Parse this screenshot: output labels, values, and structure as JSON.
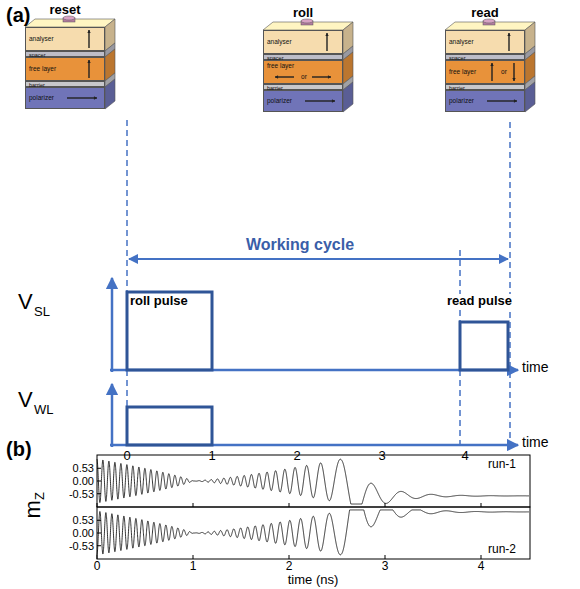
{
  "diagram": {
    "nodes": [
      {
        "text": [
          "reset"
        ]
      },
      {
        "text": [
          "analyser"
        ],
        "in": 0
      },
      {
        "text": [
          "spacer"
        ],
        "in": 0
      },
      {
        "text": [
          "free layer"
        ],
        "in": 0
      },
      {
        "text": [
          "barrier"
        ],
        "in": 0
      },
      {
        "text": [
          "polarizer"
        ],
        "in": 0
      },
      {
        "text": [
          "roll"
        ]
      },
      {
        "text": [
          "analyser"
        ],
        "in": 6
      },
      {
        "text": [
          "spacer"
        ],
        "in": 6
      },
      {
        "text": [
          "free layer",
          "or"
        ],
        "in": 6
      },
      {
        "text": [
          "barrier"
        ],
        "in": 6
      },
      {
        "text": [
          "polarizer"
        ],
        "in": 6
      },
      {
        "text": [
          "read"
        ]
      },
      {
        "text": [
          "analyser"
        ],
        "in": 12
      },
      {
        "text": [
          "spacer"
        ],
        "in": 12
      },
      {
        "text": [
          "free layer",
          "or"
        ],
        "in": 12
      },
      {
        "text": [
          "barrier"
        ],
        "in": 12
      },
      {
        "text": [
          "polarizer"
        ],
        "in": 12
      }
    ],
    "labels": [
      "(a)",
      "Working cycle",
      "V",
      "SL",
      "roll pulse",
      "read pulse",
      "time",
      "V",
      "WL",
      "time",
      "0",
      "1",
      "2",
      "3",
      "4",
      "(b)",
      "0.53",
      "0.00",
      "-0.53",
      "0.53",
      "0.00",
      "-0.53",
      "m",
      "Z",
      "run-1",
      "run-2",
      "0",
      "1",
      "2",
      "3",
      "4",
      "time (ns)"
    ]
  }
}
